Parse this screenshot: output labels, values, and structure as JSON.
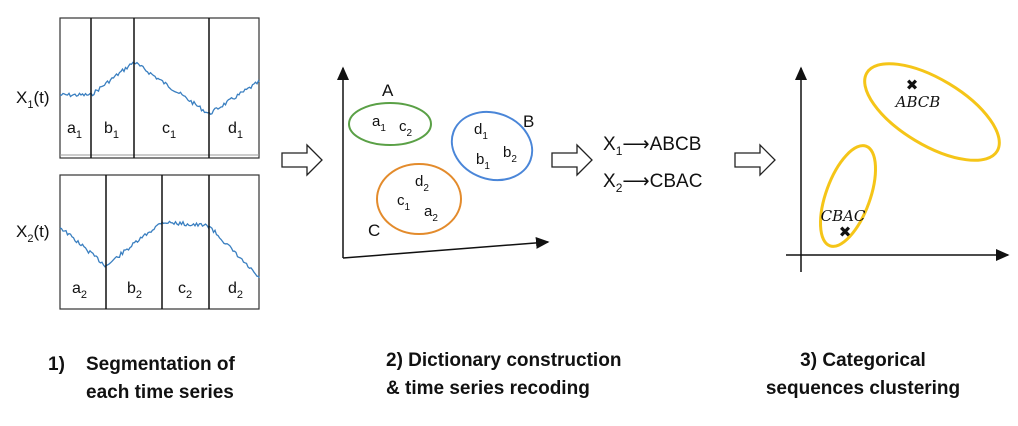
{
  "panel1": {
    "series1_label": "X",
    "series1_sub": "1",
    "series1_suffix": "(t)",
    "series2_label": "X",
    "series2_sub": "2",
    "series2_suffix": "(t)",
    "segments1": [
      {
        "letter": "a",
        "sub": "1"
      },
      {
        "letter": "b",
        "sub": "1"
      },
      {
        "letter": "c",
        "sub": "1"
      },
      {
        "letter": "d",
        "sub": "1"
      }
    ],
    "segments2": [
      {
        "letter": "a",
        "sub": "2"
      },
      {
        "letter": "b",
        "sub": "2"
      },
      {
        "letter": "c",
        "sub": "2"
      },
      {
        "letter": "d",
        "sub": "2"
      }
    ],
    "line_color": "#3a7fc0"
  },
  "panel2": {
    "cluster_a": {
      "name": "A",
      "color": "#5aa046",
      "members": [
        {
          "letter": "a",
          "sub": "1"
        },
        {
          "letter": "c",
          "sub": "2"
        }
      ]
    },
    "cluster_b": {
      "name": "B",
      "color": "#4a86d8",
      "members": [
        {
          "letter": "d",
          "sub": "1"
        },
        {
          "letter": "b",
          "sub": "2"
        },
        {
          "letter": "b",
          "sub": "1"
        }
      ]
    },
    "cluster_c": {
      "name": "C",
      "color": "#e38b2c",
      "members": [
        {
          "letter": "d",
          "sub": "2"
        },
        {
          "letter": "c",
          "sub": "1"
        },
        {
          "letter": "a",
          "sub": "2"
        }
      ]
    }
  },
  "recoding": [
    {
      "var": "X",
      "sub": "1",
      "arrow": "⟶",
      "code": "ABCB"
    },
    {
      "var": "X",
      "sub": "2",
      "arrow": "⟶",
      "code": "CBAC"
    }
  ],
  "panel3": {
    "ellipse_color": "#f5c518",
    "point1_label": "ABCB",
    "point2_label": "CBAC",
    "marker": "✖"
  },
  "captions": {
    "step1_num": "1)",
    "step1_line1": "Segmentation of",
    "step1_line2": "each time series",
    "step2_line1": "2) Dictionary construction",
    "step2_line2": "& time series recoding",
    "step3_line1": "3) Categorical",
    "step3_line2": "sequences clustering"
  }
}
